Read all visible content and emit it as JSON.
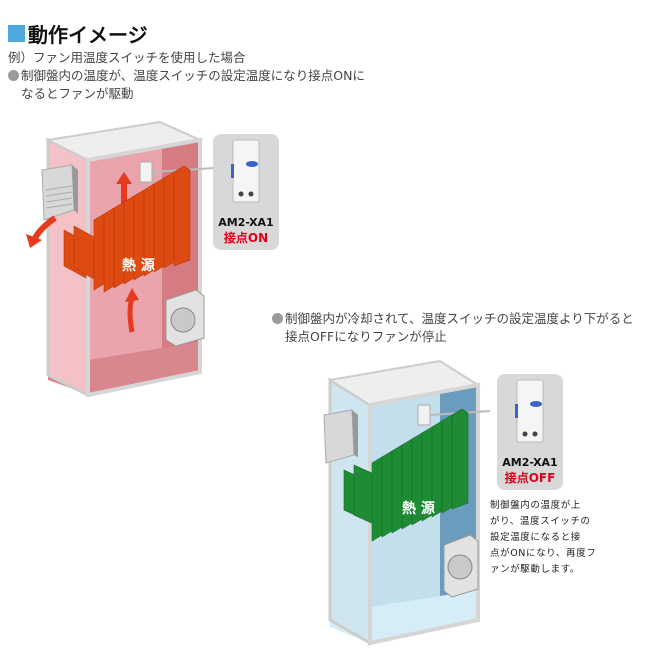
{
  "header": {
    "title": "動作イメージ",
    "accent_color": "#4fa8dd"
  },
  "intro": {
    "example": "例）ファン用温度スイッチを使用した場合",
    "bullet_on_line1": "制御盤内の温度が、温度スイッチの設定温度になり接点ONに",
    "bullet_on_line2": "なるとファンが駆動"
  },
  "scenario_on": {
    "heat_source_label": "熱 源",
    "device_model": "AM2-XA1",
    "contact_state": "接点ON",
    "panel_color": "#f2b8bd",
    "heatsink_color": "#dd4a12",
    "arrow_color": "#e63a1e"
  },
  "scenario_off": {
    "bullet_line1": "制御盤内が冷却されて、温度スイッチの設定温度より下がると",
    "bullet_line2": "接点OFFになりファンが停止",
    "heat_source_label": "熱 源",
    "device_model": "AM2-XA1",
    "contact_state": "接点OFF",
    "panel_color": "#b9d9e8",
    "heatsink_color": "#1e8c35",
    "note_lines": [
      "制御盤内の温度が上",
      "がり、温度スイッチの",
      "設定温度になると接",
      "点がONになり、再度フ",
      "ァンが駆動します。"
    ]
  },
  "state_color": "#e0001a"
}
